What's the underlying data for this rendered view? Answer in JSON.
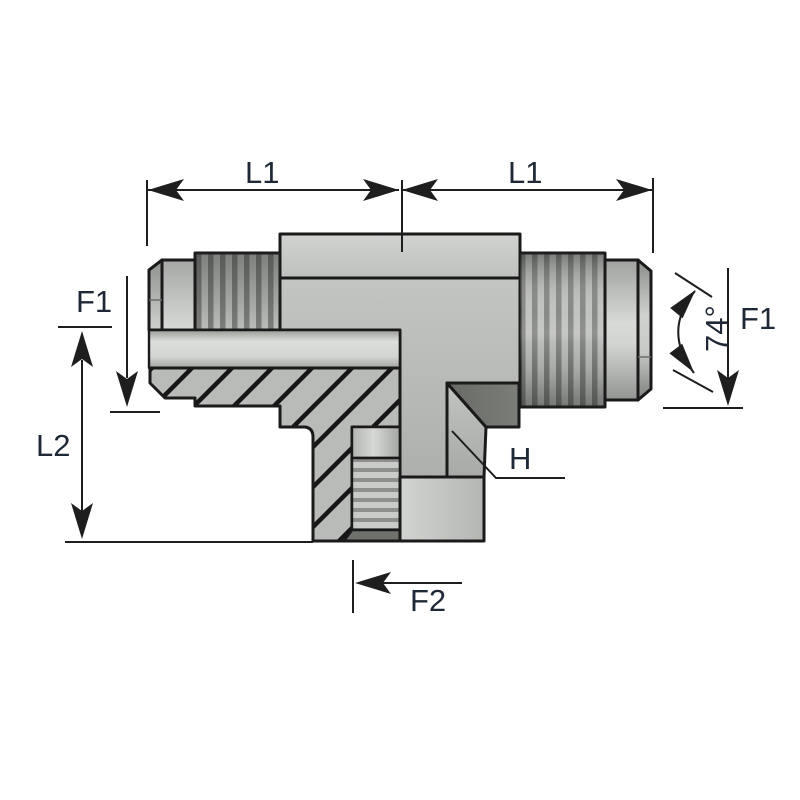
{
  "drawing": {
    "type": "technical-dimension-drawing",
    "part": "branch-tee-fitting-with-74deg-flare-ends",
    "labels": {
      "l1_left": "L1",
      "l1_right": "L1",
      "f1_left": "F1",
      "f1_right": "F1",
      "l2": "L2",
      "f2": "F2",
      "h": "H",
      "flare_angle": "74°"
    },
    "colors": {
      "background": "#ffffff",
      "outline": "#1a1a1a",
      "dim_line": "#1e1e1e",
      "label_text": "#1e2836",
      "body_gray": "#bcbebb",
      "dark_face": "#6f716c",
      "hatch_line": "#161616"
    }
  }
}
